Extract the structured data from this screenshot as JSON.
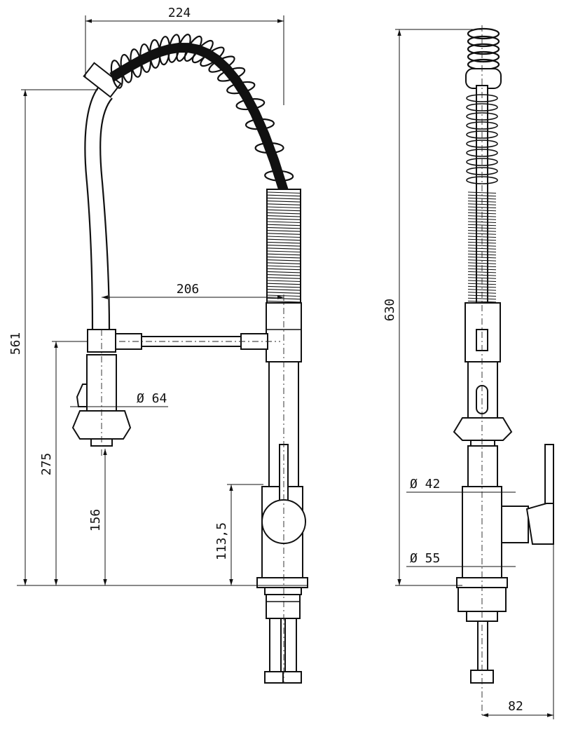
{
  "dimensions": {
    "front_top_width": "224",
    "front_height_total": "561",
    "front_spout_reach": "206",
    "front_spray_height": "275",
    "front_spray_diameter": "Ø 64",
    "front_outlet_height": "156",
    "front_handle_height": "113,5",
    "side_height_total": "630",
    "side_body_diameter": "Ø 42",
    "side_base_diameter": "Ø 55",
    "side_handle_depth": "82"
  }
}
